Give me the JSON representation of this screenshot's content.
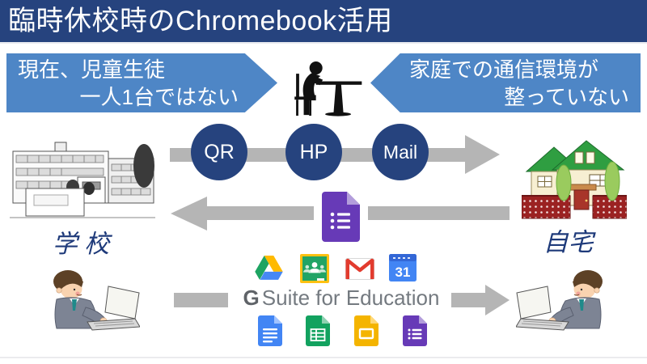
{
  "slide": {
    "title": "臨時休校時のChromebook活用"
  },
  "problems": {
    "left": {
      "line1": "現在、児童生徒",
      "line2": "一人1台ではない"
    },
    "right": {
      "line1": "家庭での通信環境が",
      "line2": "整っていない"
    }
  },
  "channels": {
    "items": [
      "QR",
      "HP",
      "Mail"
    ]
  },
  "places": {
    "school": "学 校",
    "home": "自宅"
  },
  "gsuite": {
    "g_letter": "G",
    "title_rest": "Suite for Education",
    "calendar_day": "31",
    "top_icons": [
      "google-drive",
      "google-classroom",
      "gmail",
      "google-calendar"
    ],
    "bottom_icons": [
      "google-docs",
      "google-sheets",
      "google-slides",
      "google-forms"
    ],
    "center_icon": "google-forms"
  },
  "colors": {
    "header_bg": "#26437e",
    "banner_blue": "#4e86c6",
    "circle_navy": "#26437e",
    "arrow_gray": "#b5b5b5",
    "place_label_navy": "#1e3a7a",
    "forms_purple": "#673ab7"
  }
}
